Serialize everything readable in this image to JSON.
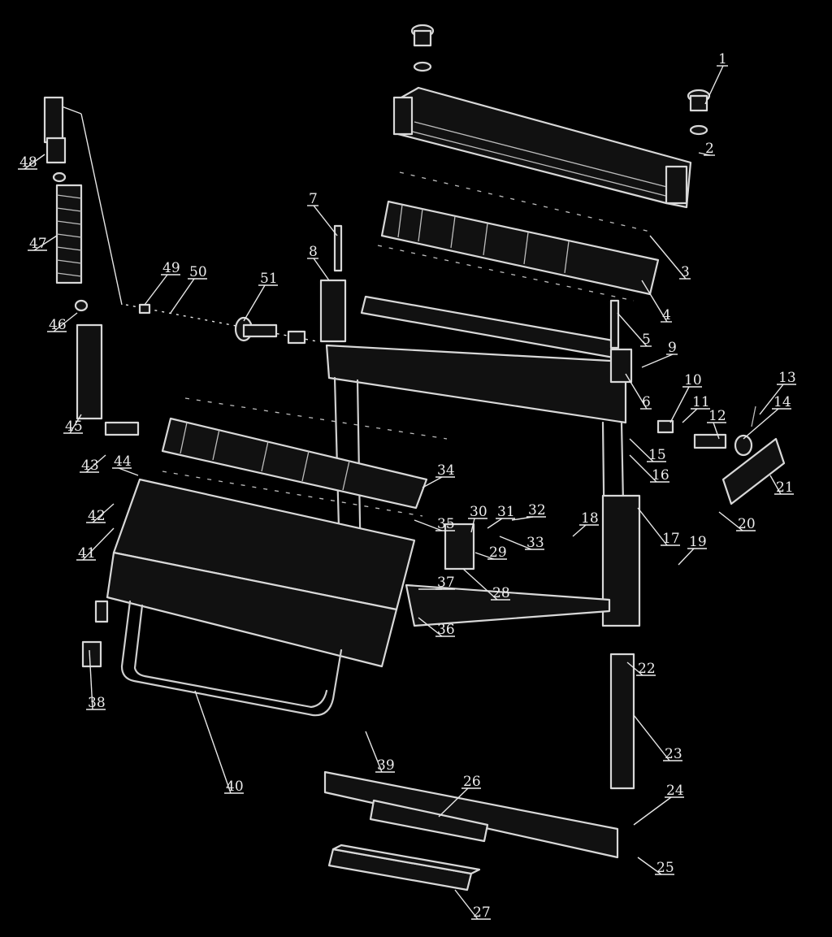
{
  "diagram": {
    "background": "#000000",
    "line_color": "#d0d0d0",
    "part_numbers": [
      "1",
      "2",
      "3",
      "4",
      "5",
      "6",
      "7",
      "8",
      "9",
      "10",
      "11",
      "12",
      "13",
      "14",
      "15",
      "16",
      "17",
      "18",
      "19",
      "20",
      "21",
      "22",
      "23",
      "24",
      "25",
      "26",
      "27",
      "28",
      "29",
      "30",
      "31",
      "32",
      "33",
      "34",
      "35",
      "36",
      "37",
      "38",
      "39",
      "40",
      "41",
      "42",
      "43",
      "44",
      "45",
      "46",
      "47",
      "48",
      "49",
      "50",
      "51"
    ]
  }
}
